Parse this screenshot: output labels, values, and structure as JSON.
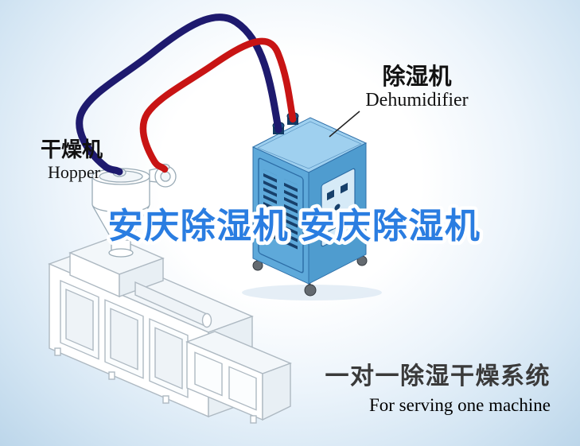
{
  "labels": {
    "hopper": {
      "cn": "干燥机",
      "en": "Hopper"
    },
    "dehumidifier": {
      "cn": "除湿机",
      "en": "Dehumidifier"
    }
  },
  "watermark": {
    "text": "安庆除湿机 安庆除湿机"
  },
  "caption": {
    "cn": "一对一除湿干燥系统",
    "en": "For serving one machine"
  },
  "colors": {
    "pipe_blue": "#1e1a6e",
    "pipe_red": "#c81414",
    "cabinet_front": "#5ea9da",
    "cabinet_side": "#4f9ccf",
    "cabinet_top": "#9fd0ef",
    "watermark_blue": "#2a7de1",
    "caption_dark": "#3a3a3a",
    "label_black": "#111111",
    "line_art": "#aeb9c2"
  }
}
